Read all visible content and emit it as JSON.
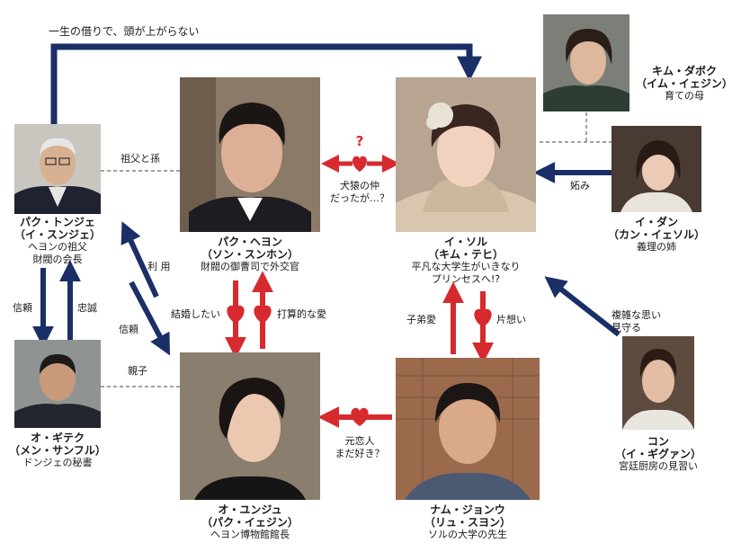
{
  "top_banner": "一生の借りで、頭が上がらない",
  "characters": [
    {
      "id": "park-tongje",
      "name": "パク・トンジェ",
      "actor": "（イ・スンジェ）",
      "roles": [
        "ヘヨンの祖父",
        "財閥の会長"
      ]
    },
    {
      "id": "park-heyon",
      "name": "パク・ヘヨン",
      "actor": "（ソン・スンホン）",
      "roles": [
        "財閥の御曹司で外交官"
      ]
    },
    {
      "id": "i-sol",
      "name": "イ・ソル",
      "actor": "（キム・テヒ）",
      "roles": [
        "平凡な大学生がいきなり",
        "プリンセスへ!?"
      ]
    },
    {
      "id": "kim-dabok",
      "name": "キム・ダボク",
      "actor": "（イム・イェジン）",
      "roles": [
        "育ての母"
      ]
    },
    {
      "id": "i-dan",
      "name": "イ・ダン",
      "actor": "（カン・イェソル）",
      "roles": [
        "義理の姉"
      ]
    },
    {
      "id": "o-gitek",
      "name": "オ・ギテク",
      "actor": "（メン・サンフル）",
      "roles": [
        "ドンジェの秘書"
      ]
    },
    {
      "id": "o-yunju",
      "name": "オ・ユンジュ",
      "actor": "（パク・イェジン）",
      "roles": [
        "ヘヨン博物館館長"
      ]
    },
    {
      "id": "nam-jonu",
      "name": "ナム・ジョンウ",
      "actor": "（リュ・スヨン）",
      "roles": [
        "ソルの大学の先生"
      ]
    },
    {
      "id": "kon",
      "name": "コン",
      "actor": "（イ・ギグァン）",
      "roles": [
        "宮廷厨房の見習い"
      ]
    }
  ],
  "relations": {
    "grandfather_grandson": "祖父と孫",
    "rivals": [
      "犬猿の仲",
      "だったが…？"
    ],
    "question_mark": "?",
    "envy": "妬み",
    "use": "利 用",
    "trust_left": "信頼",
    "loyalty": "忠誠",
    "trust_diag": "信頼",
    "want_marry": "結婚したい",
    "calculated_love": "打算的な愛",
    "parent_child": "親子",
    "protective_love": "子弟愛",
    "one_sided": "片想い",
    "complex": [
      "複雑な思い",
      "見守る"
    ],
    "ex_lover": [
      "元恋人",
      "まだ好き？"
    ]
  },
  "colors": {
    "navy": "#1b2f67",
    "red": "#d62a2f",
    "dash": "#444444"
  }
}
